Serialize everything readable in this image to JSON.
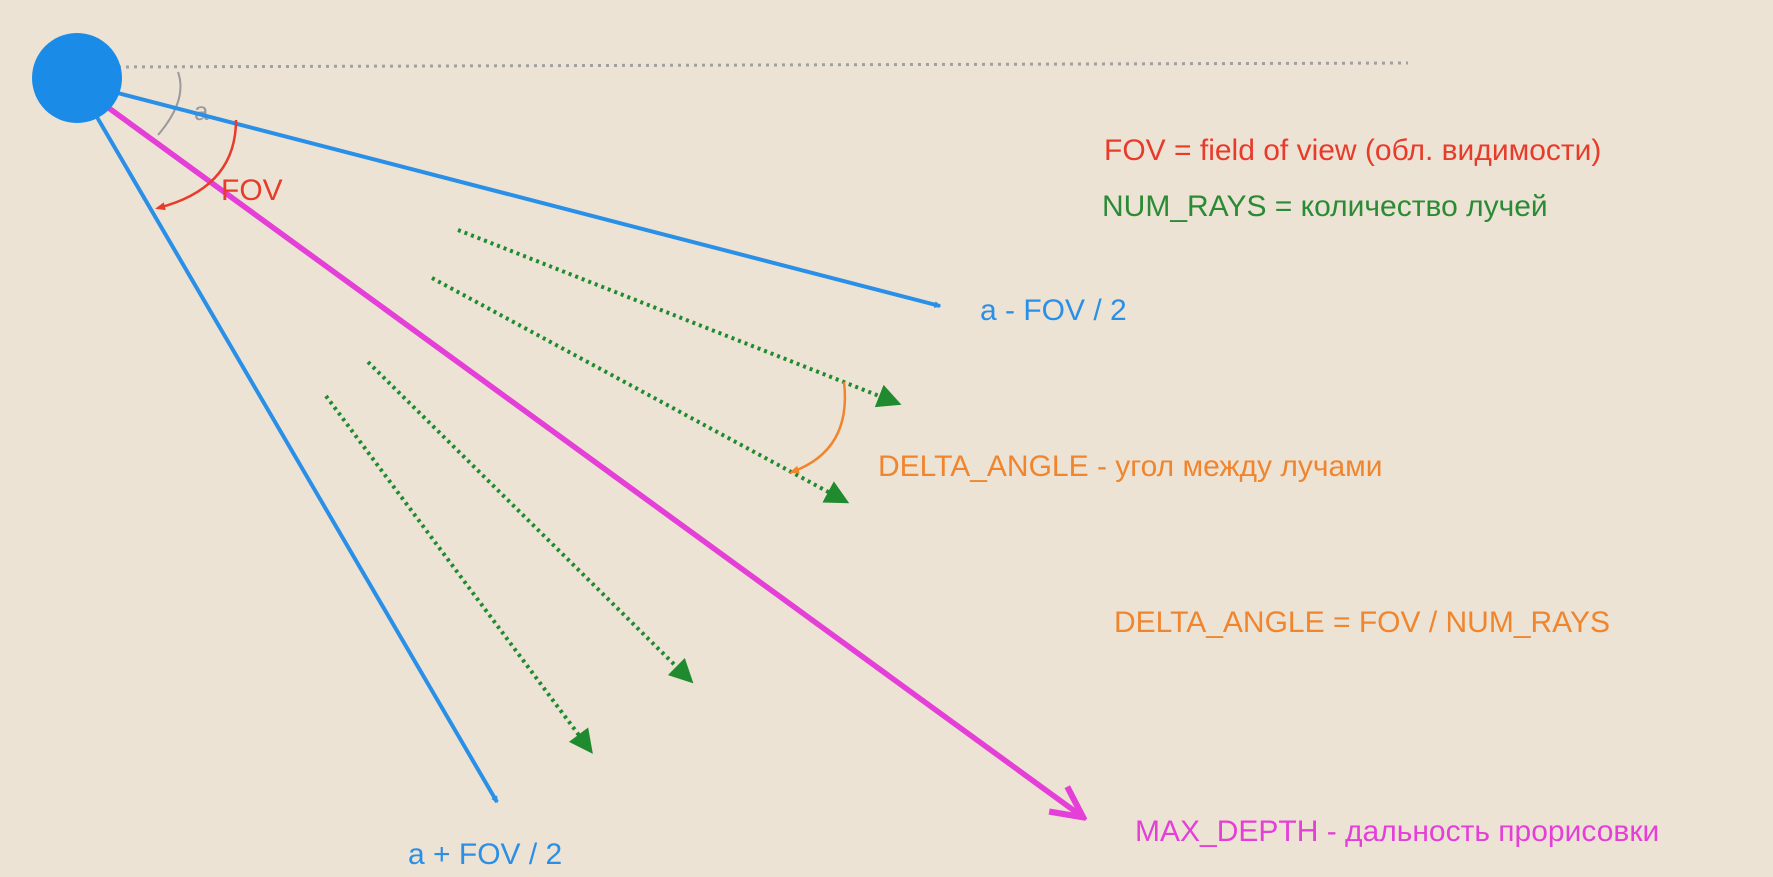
{
  "colors": {
    "background": "#ece3d5",
    "player": "#1b8be8",
    "fov_edge_rays": "#2a8fe6",
    "center_ray": "#e43fd6",
    "intermediate_rays": "#1f8a2e",
    "fov_color": "#e83b2a",
    "num_rays_color": "#2b8b35",
    "delta_angle_color": "#f0852e",
    "angle_a_color": "#9a9a9a",
    "reference_line": "#a0a0a0"
  },
  "labels": {
    "angle_a": "a",
    "fov_arc": "FOV",
    "ray_left": "a - FOV / 2",
    "ray_right": "a + FOV / 2",
    "delta_angle_arc": "DELTA_ANGLE - угол между лучами",
    "max_depth": "MAX_DEPTH - дальность прорисовки"
  },
  "legend": {
    "fov": "FOV = field of view (обл. видимости)",
    "num_rays": "NUM_RAYS = количество лучей",
    "delta_angle_formula": "DELTA_ANGLE = FOV / NUM_RAYS"
  }
}
